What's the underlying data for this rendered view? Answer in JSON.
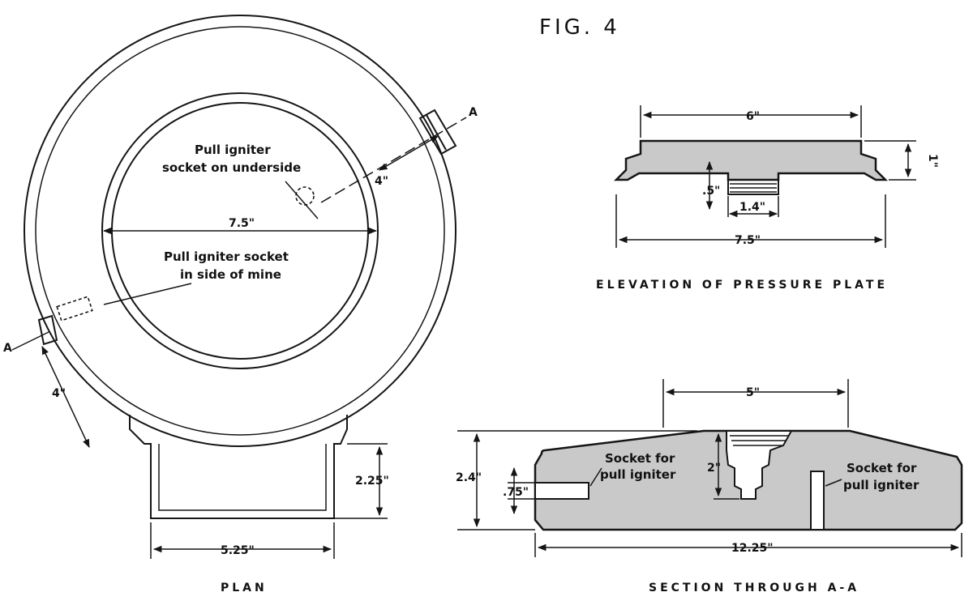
{
  "figure": {
    "title": "FIG. 4"
  },
  "plan": {
    "caption": "PLAN",
    "section_marker": "A",
    "note_top_line1": "Pull igniter",
    "note_top_line2": "socket on underside",
    "note_side_line1": "Pull igniter socket",
    "note_side_line2": "in side of mine",
    "dim_diameter": "7.5\"",
    "dim_offset_top": "4\"",
    "dim_offset_bottom": "4\"",
    "dim_handle_height": "2.25\"",
    "dim_handle_width": "5.25\""
  },
  "pressure_plate": {
    "caption": "ELEVATION OF PRESSURE PLATE",
    "dim_top_width": "6\"",
    "dim_height": "1\"",
    "dim_boss_height": ".5\"",
    "dim_boss_width": "1.4\"",
    "dim_base_width": "7.5\""
  },
  "section": {
    "caption": "SECTION THROUGH A-A",
    "dim_top": "5\"",
    "dim_height": "2.4\"",
    "dim_socket_depth": "2\"",
    "dim_socket_height": ".75\"",
    "dim_length": "12.25\"",
    "note_left_line1": "Socket for",
    "note_left_line2": "pull igniter",
    "note_right_line1": "Socket for",
    "note_right_line2": "pull igniter"
  }
}
